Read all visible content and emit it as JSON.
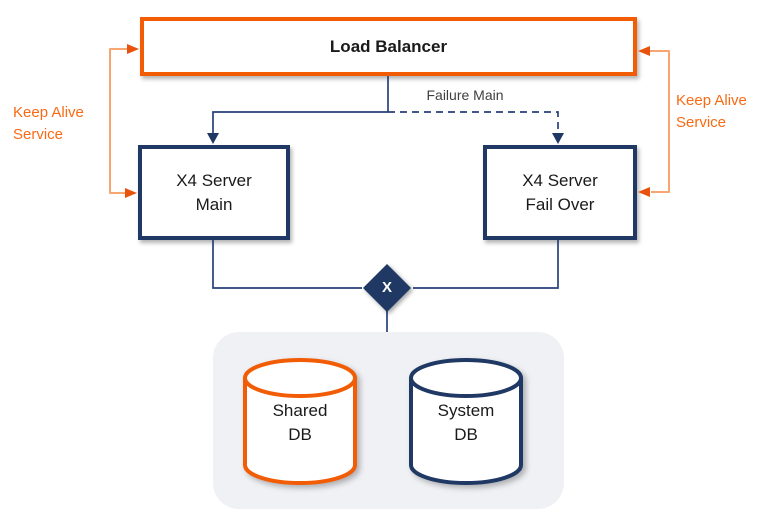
{
  "nodes": {
    "load_balancer": {
      "label": "Load Balancer"
    },
    "server_main": {
      "label": "X4 Server\nMain"
    },
    "server_failover": {
      "label": "X4 Server\nFail Over"
    },
    "failover_switch": {
      "label": "X"
    },
    "shared_db": {
      "label": "Shared\nDB"
    },
    "system_db": {
      "label": "System\nDB"
    }
  },
  "labels": {
    "keep_alive_left": "Keep Alive\nService",
    "keep_alive_right": "Keep Alive\nService",
    "failure_main": "Failure Main"
  },
  "colors": {
    "orange": "#F25C05",
    "orange_light_line": "#F7A571",
    "orange_arrowhead": "#E8520A",
    "orange_text": "#F96A14",
    "navy": "#1F3864",
    "navy_line": "#27417B",
    "failure_main_text": "#3F3F3F",
    "db_container_bg": "#F0F1F5",
    "node_fill": "#FFFFFF",
    "node_text": "#1A1A1A"
  }
}
